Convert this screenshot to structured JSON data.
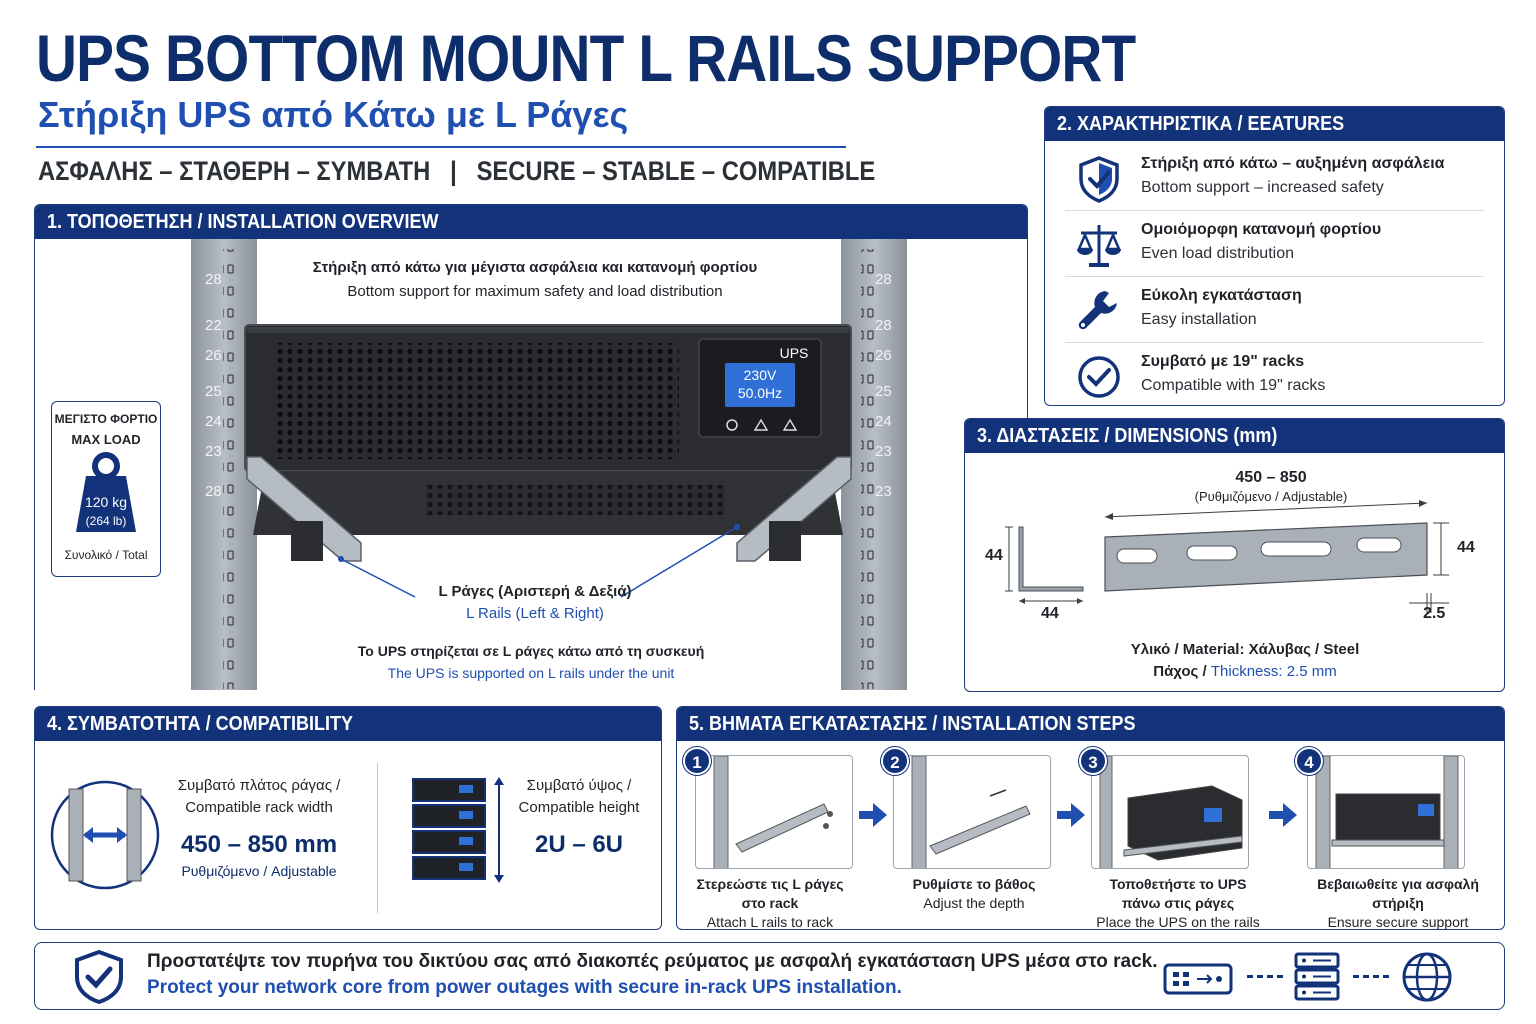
{
  "header": {
    "title": "UPS BOTTOM MOUNT L RAILS SUPPORT",
    "subtitle": "Στήριξη UPS από Κάτω με L Ράγες",
    "tagline": "ΑΣΦΑΛΗΣ – ΣΤΑΘΕΡΗ – ΣΥΜΒΑΤΗ   |   SECURE – STABLE – COMPATIBLE"
  },
  "installation": {
    "heading": "1. ΤΟΠΟΘΕΤΗΣΗ / INSTALLATION OVERVIEW",
    "top_gr": "Στήριξη από κάτω για μέγιστα ασφάλεια και κατανομή φορτίου",
    "top_en": "Bottom support for maximum safety and load distribution",
    "ups_label": "UPS",
    "ups_voltage": "230V",
    "ups_freq": "50.0Hz",
    "rails_gr": "L Ράγες (Αριστερή & Δεξιά)",
    "rails_en": "L Rails (Left & Right)",
    "bottom_gr": "Το UPS στηρίζεται σε L ράγες κάτω από τη συσκευή",
    "bottom_en": "The UPS is supported on L rails under the unit",
    "left_post_numbers": [
      "28",
      "22",
      "26",
      "25",
      "24",
      "23",
      "28"
    ],
    "right_post_numbers": [
      "28",
      "28",
      "26",
      "25",
      "24",
      "23",
      "23"
    ],
    "max_load": {
      "title_gr": "ΜΕΓΙΣΤΟ ΦΟΡΤΙΟ",
      "title_en": "MAX LOAD",
      "kg": "120 kg",
      "lb": "(264 lb)",
      "total": "Συνολικό / Total"
    }
  },
  "features": {
    "heading": "2. ΧΑΡΑΚΤΗΡΙΣΤΙΚΑ / EEATURES",
    "items": [
      {
        "gr": "Στήριξη από κάτω – αυξημένη ασφάλεια",
        "en": "Bottom support – increased safety",
        "icon": "shield-check-icon"
      },
      {
        "gr": "Ομοιόμορφη κατανομή φορτίου",
        "en": "Even load distribution",
        "icon": "balance-scale-icon"
      },
      {
        "gr": "Εύκολη εγκατάσταση",
        "en": "Easy installation",
        "icon": "wrench-icon"
      },
      {
        "gr": "Συμβατό με 19\" racks",
        "en": "Compatible with 19\" racks",
        "icon": "check-circle-icon"
      }
    ]
  },
  "dimensions": {
    "heading": "3. ΔΙΑΣΤΑΣΕΙΣ / DIMENSIONS (mm)",
    "length": "450 – 850",
    "length_note": "(Ρυθμιζόμενο / Adjustable)",
    "profile_height": "44",
    "profile_width": "44",
    "rail_height": "44",
    "thickness_value": "2.5",
    "material": "Υλικό / Material: Χάλυβας / Steel",
    "thickness_gr": "Πάχος / ",
    "thickness_en": "Thickness: 2.5 mm"
  },
  "compatibility": {
    "heading": "4. ΣΥΜΒΑΤΟΤΗΤΑ / COMPATIBILITY",
    "width_gr": "Συμβατό πλάτος ράγας /",
    "width_en": "Compatible rack width",
    "width_value": "450 – 850 mm",
    "width_note": "Ρυθμιζόμενο / Adjustable",
    "height_gr": "Συμβατό ύψος /",
    "height_en": "Compatible height",
    "height_value": "2U – 6U"
  },
  "steps": {
    "heading": "5. ΒΗΜΑΤΑ ΕΓΚΑΤΑΣΤΑΣΗΣ / INSTALLATION STEPS",
    "items": [
      {
        "num": "1",
        "gr1": "Στερεώστε τις L ράγες",
        "gr2": "στο rack",
        "en": "Attach L rails to rack"
      },
      {
        "num": "2",
        "gr1": "Ρυθμίστε το βάθος",
        "gr2": "",
        "en": "Adjust the depth"
      },
      {
        "num": "3",
        "gr1": "Τοποθετήστε το UPS",
        "gr2": "πάνω στις ράγες",
        "en": "Place the UPS on the rails"
      },
      {
        "num": "4",
        "gr1": "Βεβαιωθείτε για ασφαλή",
        "gr2": "στήριξη",
        "en": "Ensure secure support"
      }
    ]
  },
  "footer": {
    "gr": "Προστατέψτε τον πυρήνα του δικτύου σας από διακοπές ρεύματος με ασφαλή εγκατάσταση UPS μέσα στο rack.",
    "en": "Protect your network core from power outages with secure in-rack UPS installation."
  },
  "colors": {
    "navy": "#12327a",
    "blue": "#1f4fb0",
    "rack_grey": "#9aa1aa",
    "ups_body": "#2a2c30",
    "screen_blue": "#2f6fd6"
  }
}
